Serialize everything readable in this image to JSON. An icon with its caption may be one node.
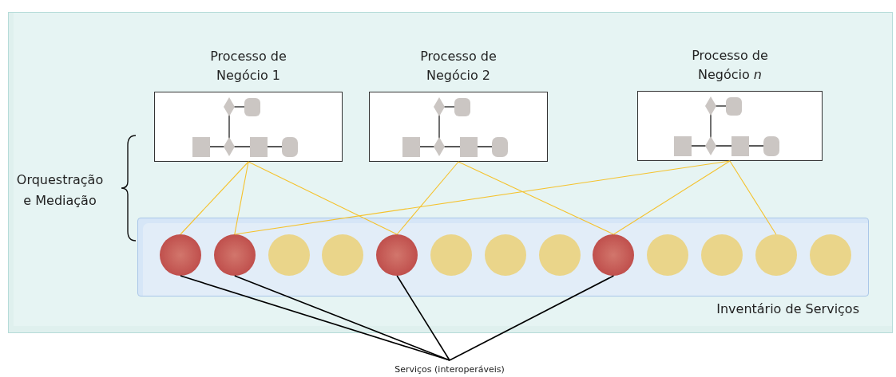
{
  "diagram": {
    "nodes": [
      {
        "text": [
          "Processo de Negócio 1"
        ]
      },
      {
        "text": [
          "Processo de Negócio 2"
        ]
      },
      {
        "text": [
          "Processo de Negócio *n*"
        ]
      },
      {
        "text": [
          "Inventário de Serviços"
        ]
      },
      {
        "text": [],
        "shape": "circle",
        "in": 3
      },
      {
        "text": [],
        "shape": "circle",
        "in": 3
      },
      {
        "text": [],
        "shape": "circle",
        "in": 3
      },
      {
        "text": [],
        "shape": "circle",
        "in": 3
      },
      {
        "text": [],
        "shape": "circle",
        "in": 3
      },
      {
        "text": [],
        "shape": "circle",
        "in": 3
      },
      {
        "text": [],
        "shape": "circle",
        "in": 3
      },
      {
        "text": [],
        "shape": "circle",
        "in": 3
      },
      {
        "text": [],
        "shape": "circle",
        "in": 3
      },
      {
        "text": [],
        "shape": "circle",
        "in": 3
      },
      {
        "text": [],
        "shape": "circle",
        "in": 3
      },
      {
        "text": [],
        "shape": "circle",
        "in": 3
      },
      {
        "text": [],
        "shape": "circle",
        "in": 3
      },
      {
        "text": [
          "Serviços (interoperáveis)"
        ]
      }
    ],
    "edges": [
      {
        "from": 0,
        "to": 4,
        "arrow": "none"
      },
      {
        "from": 0,
        "to": 5,
        "arrow": "none"
      },
      {
        "from": 0,
        "to": 8,
        "arrow": "none"
      },
      {
        "from": 1,
        "to": 8,
        "arrow": "none"
      },
      {
        "from": 1,
        "to": 12,
        "arrow": "none"
      },
      {
        "from": 2,
        "to": 5,
        "arrow": "none"
      },
      {
        "from": 2,
        "to": 12,
        "arrow": "none"
      },
      {
        "from": 2,
        "to": 15,
        "arrow": "none"
      },
      {
        "from": 4,
        "to": 17,
        "arrow": "none",
        "color": "#000000"
      },
      {
        "from": 5,
        "to": 17,
        "arrow": "none",
        "color": "#000000"
      },
      {
        "from": 8,
        "to": 17,
        "arrow": "none",
        "color": "#000000"
      },
      {
        "from": 12,
        "to": 17,
        "arrow": "none",
        "color": "#000000"
      }
    ],
    "labels": [
      "Orquestração e Mediação"
    ]
  }
}
